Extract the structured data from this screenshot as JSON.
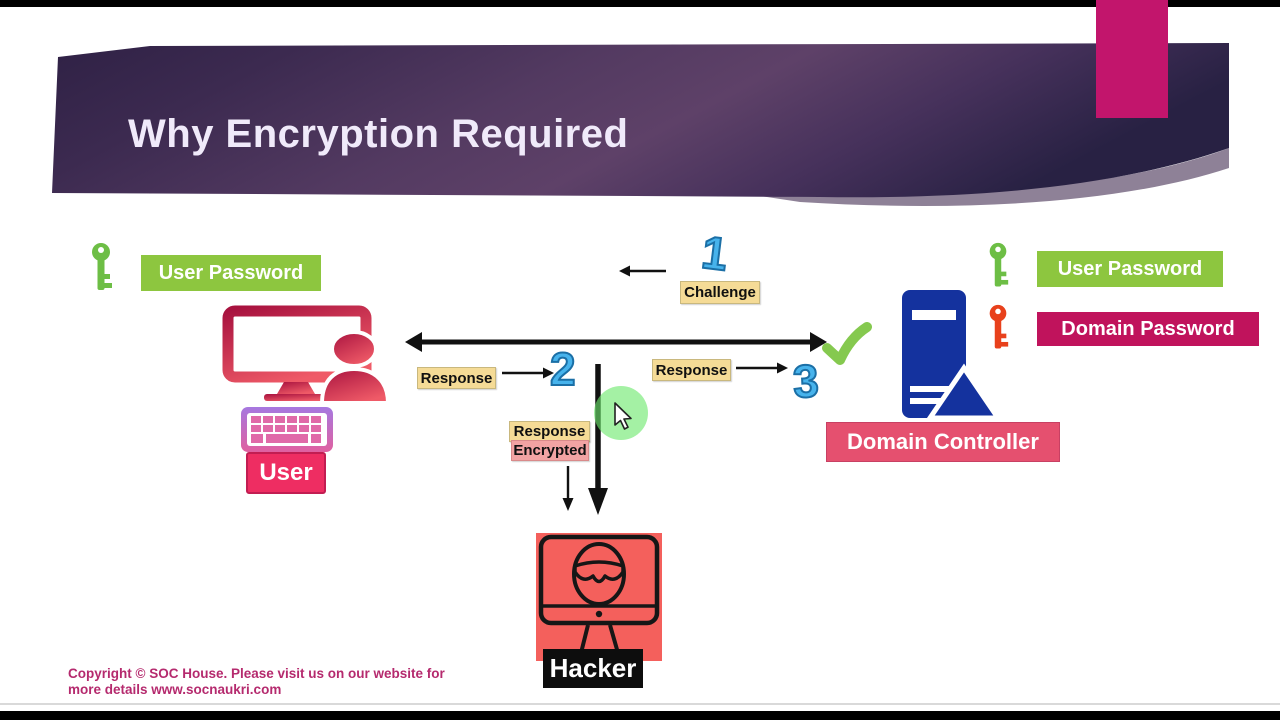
{
  "header": {
    "title": "Why Encryption Required"
  },
  "left_group": {
    "user_password_label": "User Password",
    "user_label": "User"
  },
  "right_group": {
    "user_password_label": "User Password",
    "domain_password_label": "Domain Password",
    "domain_controller_label": "Domain Controller"
  },
  "flow": {
    "step_1": "1",
    "step_2": "2",
    "step_3": "3",
    "challenge_label": "Challenge",
    "response_left_label": "Response",
    "response_right_label": "Response",
    "response_encrypted_line1": "Response",
    "response_encrypted_line2": "Encrypted"
  },
  "hacker": {
    "label": "Hacker"
  },
  "footer": {
    "copyright_line1": "Copyright © SOC House. Please visit us on our website for",
    "copyright_line2": "more details www.socnaukri.com"
  },
  "icons": {
    "left_key": "key-icon-green",
    "right_key_user": "key-icon-green",
    "right_key_domain": "key-icon-red",
    "user_computer": "computer-user-icon",
    "keyboard": "keyboard-icon",
    "server": "server-icon",
    "check": "checkmark-icon",
    "hacker_monitor": "hacker-monitor-icon",
    "cursor": "mouse-cursor-icon"
  },
  "colors": {
    "band_purple_dark": "#2f2145",
    "band_purple_light": "#5e4168",
    "accent_pink": "#c2156c",
    "badge_green": "#8dc63f",
    "badge_user_pink": "#ee2d62",
    "badge_magenta": "#c0135c",
    "badge_rose": "#e5506f",
    "tag_tan": "#f5db96",
    "tag_salmon": "#f2a3a3",
    "step_blue": "#47b3ec",
    "hacker_red": "#f4605c",
    "check_green": "#85c94f",
    "server_blue": "#14329e",
    "copyright_pink": "#b52a6e"
  }
}
